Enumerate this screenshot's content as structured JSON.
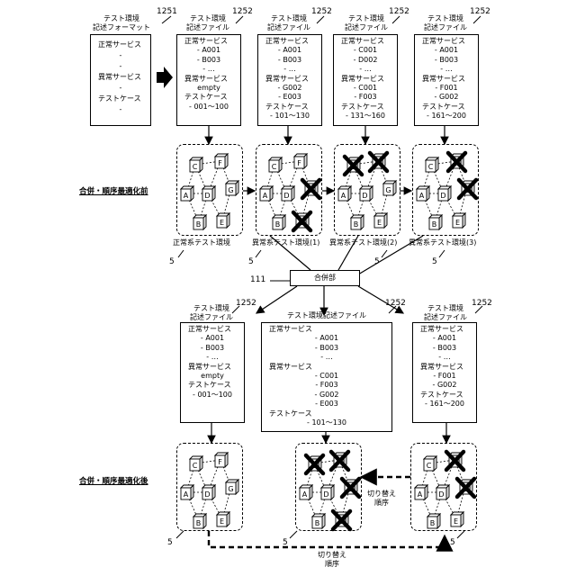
{
  "refs": {
    "format": "1251",
    "file": "1252",
    "env": "5",
    "merge": "111"
  },
  "row_labels": {
    "before": "合併・順序最適化前",
    "after": "合併・順序最適化後"
  },
  "captions": {
    "format": "テスト環境\n記述フォーマット",
    "file": "テスト環境\n記述ファイル",
    "merged_file": "テスト環境記述ファイル"
  },
  "format_doc": [
    "正常サービス",
    "-",
    "-",
    "異常サービス",
    "-",
    "テストケース",
    "-"
  ],
  "top_docs": [
    [
      "正常サービス",
      "- A001",
      "- B003",
      "- …",
      "異常サービス",
      "empty",
      "テストケース",
      "- 001～100"
    ],
    [
      "正常サービス",
      "- A001",
      "- B003",
      "- …",
      "異常サービス",
      "- G002",
      "- E003",
      "テストケース",
      "- 101～130"
    ],
    [
      "正常サービス",
      "- C001",
      "- D002",
      "- …",
      "異常サービス",
      "- C001",
      "- F003",
      "テストケース",
      "- 131～160"
    ],
    [
      "正常サービス",
      "- A001",
      "- B003",
      "- …",
      "異常サービス",
      "- F001",
      "- G002",
      "テストケース",
      "- 161～200"
    ]
  ],
  "bottom_docs": [
    [
      "正常サービス",
      "- A001",
      "- B003",
      "- …",
      "異常サービス",
      "empty",
      "テストケース",
      "- 001～100"
    ],
    [
      "正常サービス",
      "- A001",
      "- B003",
      "- …",
      "異常サービス",
      "- C001",
      "- F003",
      "- G002",
      "- E003",
      "テストケース",
      "- 101～130"
    ],
    [
      "正常サービス",
      "- A001",
      "- B003",
      "- …",
      "異常サービス",
      "- F001",
      "- G002",
      "テストケース",
      "- 161～200"
    ]
  ],
  "env_labels": [
    "正常系テスト環境",
    "異常系テスト環境(1)",
    "異常系テスト環境(2)",
    "異常系テスト環境(3)"
  ],
  "merge_label": "合併部",
  "switch_label": "切り替え\n順序",
  "service_letters": [
    "C",
    "F",
    "A",
    "D",
    "G",
    "B",
    "E"
  ]
}
